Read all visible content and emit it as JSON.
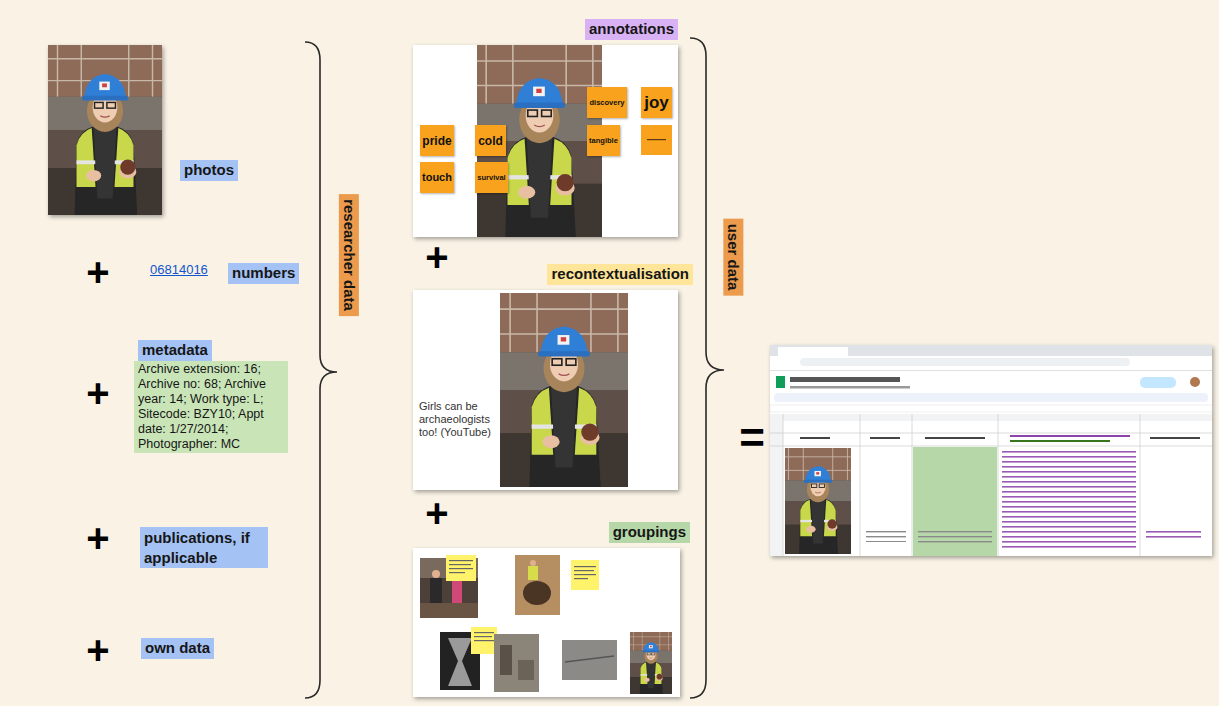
{
  "diagram": {
    "nodes": [
      {
        "text": [
          "photos"
        ]
      },
      {
        "text": [
          "numbers"
        ]
      },
      {
        "text": [
          "metadata"
        ]
      },
      {
        "text": [
          "Archive extension: 16; Archive no: 68; Archive year: 14; Work type: L; Sitecode: BZY10; Appt date: 1/27/2014; Photographer: MC"
        ]
      },
      {
        "text": [
          "publications, if applicable"
        ]
      },
      {
        "text": [
          "own data"
        ]
      },
      {
        "text": [
          "researcher data"
        ]
      },
      {
        "text": [
          "annotations"
        ]
      },
      {
        "text": [
          "pride"
        ],
        "in": 7
      },
      {
        "text": [
          "cold"
        ],
        "in": 7
      },
      {
        "text": [
          "discovery"
        ],
        "in": 7
      },
      {
        "text": [
          "joy"
        ],
        "in": 7
      },
      {
        "text": [
          "tangible"
        ],
        "in": 7
      },
      {
        "text": [
          "touch"
        ],
        "in": 7
      },
      {
        "text": [
          "survival"
        ],
        "in": 7
      },
      {
        "text": [
          "recontextualisation",
          "Girls can be archaeologists too! (YouTube)"
        ]
      },
      {
        "text": [
          "groupings"
        ]
      },
      {
        "text": [
          "user data"
        ]
      }
    ],
    "labels": [
      "06814016",
      "+",
      "+",
      "+",
      "+",
      "+",
      "+",
      "="
    ]
  }
}
